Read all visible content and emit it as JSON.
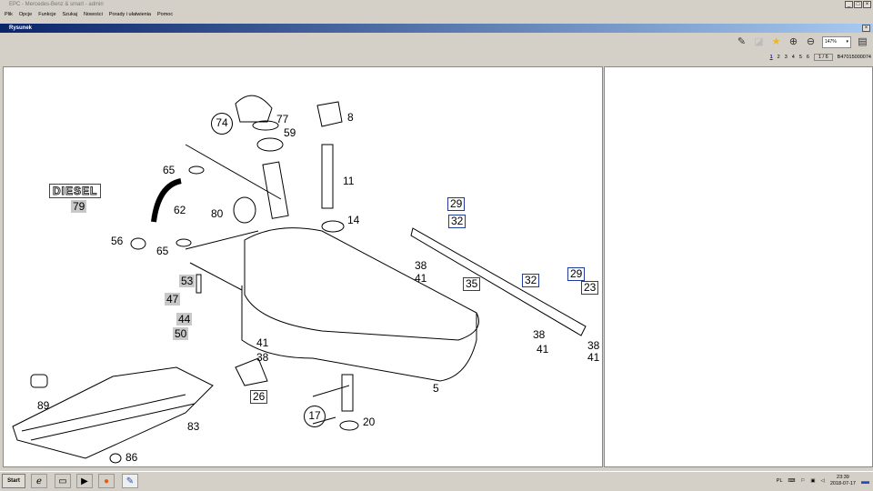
{
  "window": {
    "title": "EPC - Mercedes-Benz & smart - admin",
    "minimize": "_",
    "maximize": "□",
    "close": "×"
  },
  "menu": [
    "Plik",
    "Opcje",
    "Funkcje",
    "Szukaj",
    "Nowości",
    "Porady i ułatwienia",
    "Pomoc"
  ],
  "subwindow": {
    "title": "Rysunek",
    "close": "×"
  },
  "toolbar": {
    "zoom_value": "147%",
    "icons": [
      "edit-icon",
      "disabled-icon",
      "star-icon",
      "zoom-in-icon",
      "zoom-out-icon",
      "print-icon"
    ]
  },
  "pager": {
    "pages": [
      "1",
      "2",
      "3",
      "4",
      "5",
      "6"
    ],
    "current": "1",
    "page_box": "1 / 6",
    "drawing_id": "B47015000074"
  },
  "diagram": {
    "labels": [
      {
        "t": "74",
        "s": "circle"
      },
      {
        "t": "77"
      },
      {
        "t": "59"
      },
      {
        "t": "8"
      },
      {
        "t": "65"
      },
      {
        "t": "11"
      },
      {
        "t": "62"
      },
      {
        "t": "80"
      },
      {
        "t": "14"
      },
      {
        "t": "56"
      },
      {
        "t": "65"
      },
      {
        "t": "79",
        "s": "gray"
      },
      {
        "t": "29",
        "s": "box"
      },
      {
        "t": "32",
        "s": "box"
      },
      {
        "t": "38"
      },
      {
        "t": "41"
      },
      {
        "t": "53",
        "s": "gray"
      },
      {
        "t": "35",
        "s": "box"
      },
      {
        "t": "32",
        "s": "box"
      },
      {
        "t": "29",
        "s": "box"
      },
      {
        "t": "23",
        "s": "box"
      },
      {
        "t": "47",
        "s": "gray"
      },
      {
        "t": "44",
        "s": "gray"
      },
      {
        "t": "50",
        "s": "gray"
      },
      {
        "t": "41"
      },
      {
        "t": "38"
      },
      {
        "t": "38"
      },
      {
        "t": "41"
      },
      {
        "t": "38"
      },
      {
        "t": "41"
      },
      {
        "t": "26",
        "s": "box"
      },
      {
        "t": "5"
      },
      {
        "t": "89"
      },
      {
        "t": "17",
        "s": "circle"
      },
      {
        "t": "20"
      },
      {
        "t": "83"
      },
      {
        "t": "86"
      }
    ],
    "diesel_badge": "DIESEL"
  },
  "taskbar": {
    "start": "Start",
    "lang": "PL",
    "time": "23:39",
    "date": "2018-07-17"
  }
}
